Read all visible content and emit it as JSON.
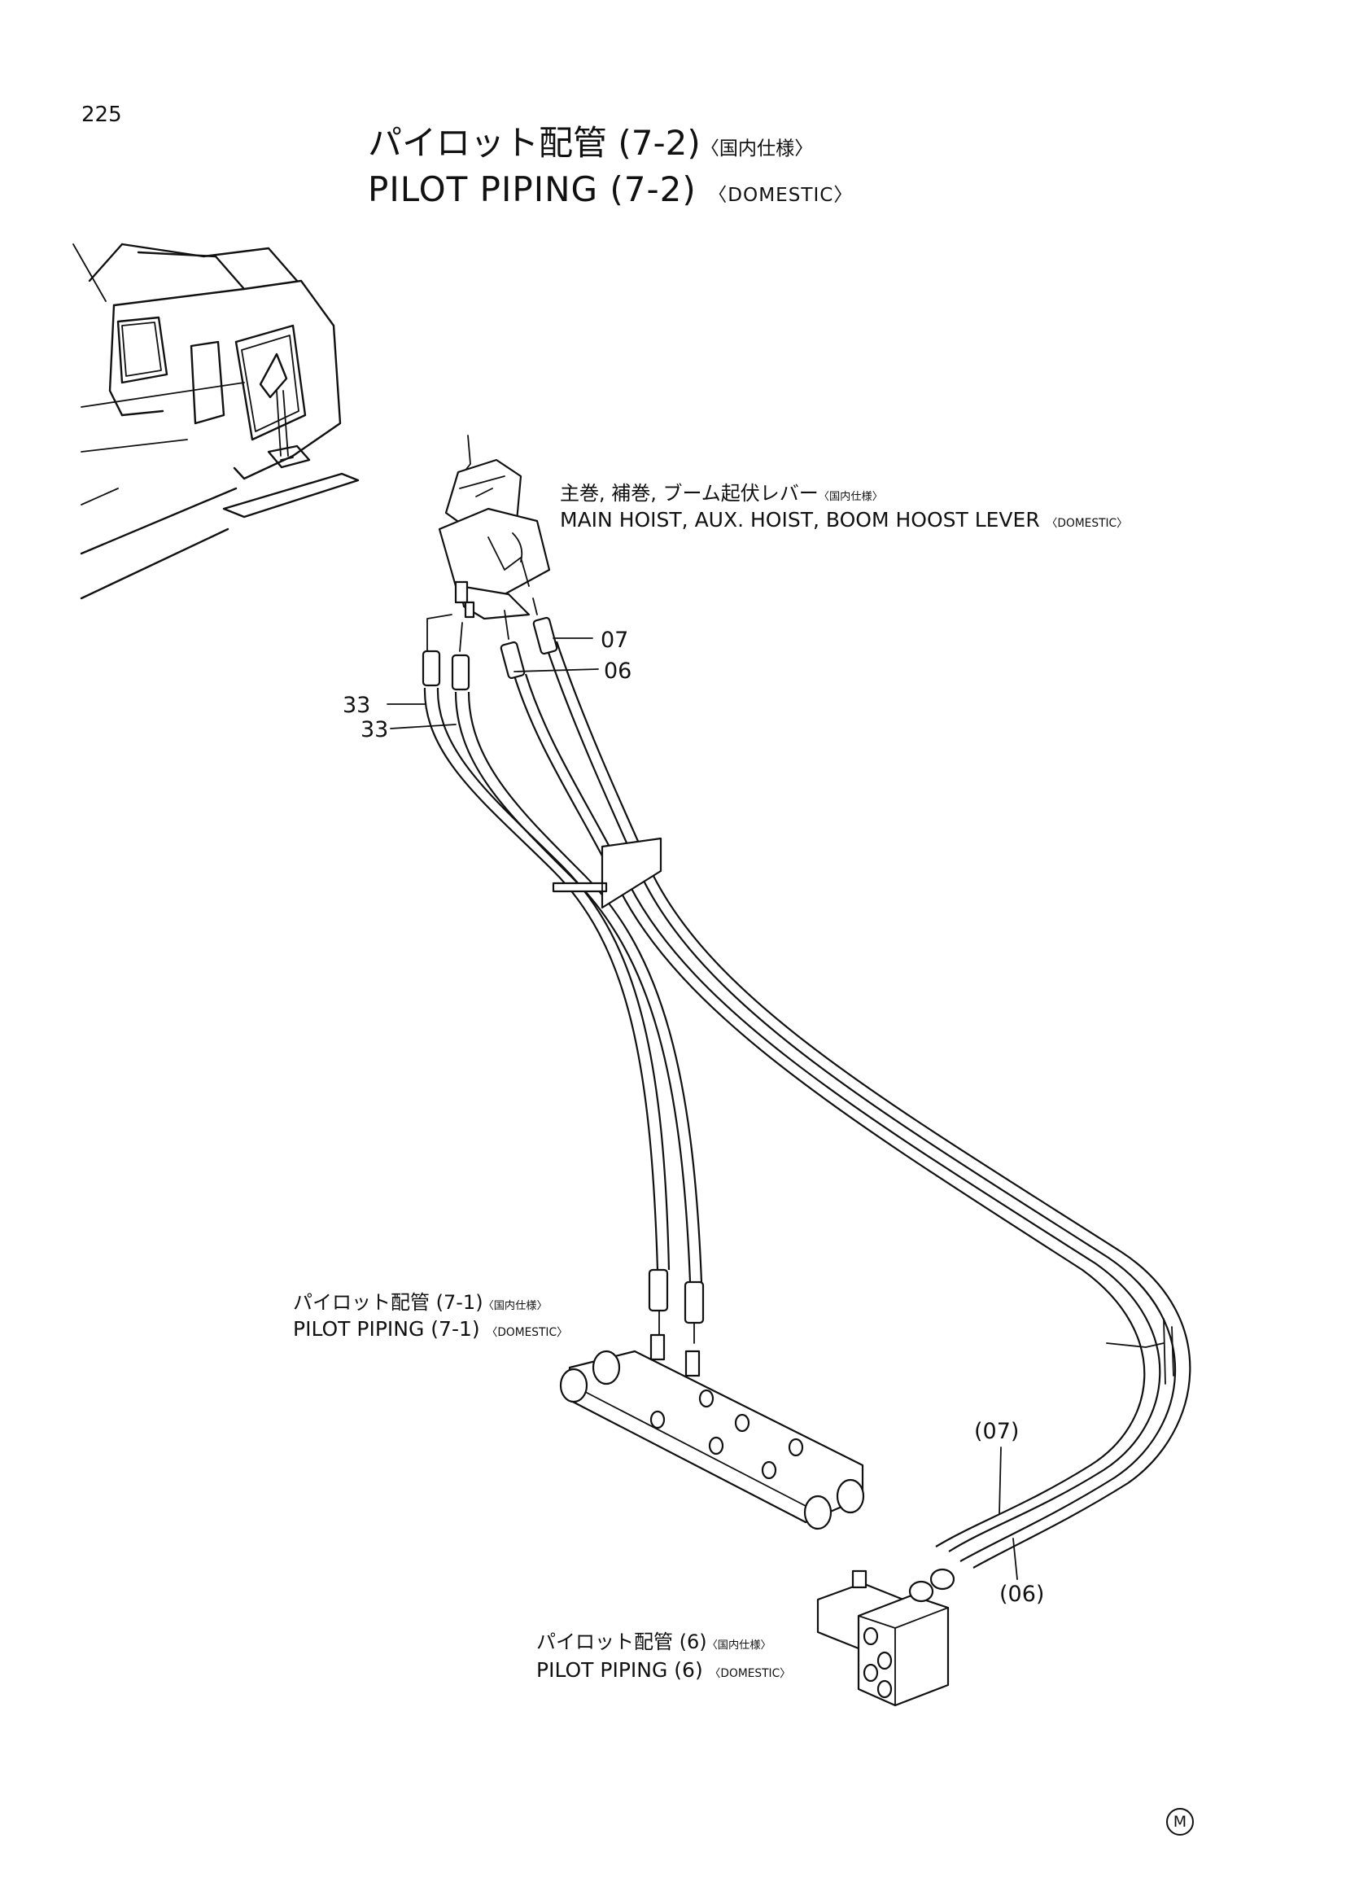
{
  "page_number": "225",
  "title": {
    "jp": "パイロット配管 (7-2)",
    "jp_spec": "〈国内仕様〉",
    "en": "PILOT PIPING (7-2)",
    "en_spec": "〈DOMESTIC〉"
  },
  "lever_label": {
    "jp": "主巻, 補巻, ブーム起伏レバー",
    "jp_spec": "〈国内仕様〉",
    "en": "MAIN HOIST, AUX. HOIST, BOOM HOOST LEVER",
    "en_spec": "〈DOMESTIC〉"
  },
  "ref_7_1": {
    "jp": "パイロット配管 (7-1)",
    "jp_spec": "〈国内仕様〉",
    "en": "PILOT PIPING (7-1)",
    "en_spec": "〈DOMESTIC〉"
  },
  "ref_6": {
    "jp": "パイロット配管 (6)",
    "jp_spec": "〈国内仕様〉",
    "en": "PILOT PIPING (6)",
    "en_spec": "〈DOMESTIC〉"
  },
  "part_numbers": {
    "p07": "07",
    "p06": "06",
    "p33_a": "33",
    "p33_b": "33",
    "p07_ref": "(07)",
    "p06_ref": "(06)"
  },
  "corner_mark": "M"
}
